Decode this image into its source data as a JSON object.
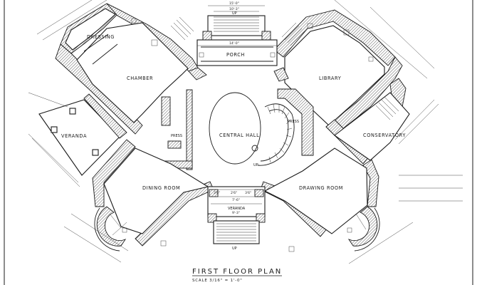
{
  "rooms": {
    "dressing": "DRESSING",
    "chamber": "CHAMBER",
    "porch": "PORCH",
    "library": "LIBRARY",
    "veranda_west": "VERANDA",
    "press_west": "PRESS",
    "central_hall": "CENTRAL HALL",
    "press_east": "PRESS",
    "conservatory": "CONSERVATORY",
    "dining_room": "DINING ROOM",
    "drawing_room": "DRAWING ROOM",
    "veranda_south": "VERANDA"
  },
  "labels": {
    "up_north": "UP",
    "up_south": "UP",
    "up_stair": "UP"
  },
  "dimensions": {
    "north_top_1": "15'-0\"",
    "north_top_2": "10'-3\"",
    "porch_width": "14'-0\"",
    "south_1": "3'6\"",
    "south_2": "2'6\"",
    "south_3": "3'6\"",
    "south_4": "7'-6\"",
    "south_5": "9'-3\""
  },
  "footer": {
    "title": "FIRST FLOOR PLAN",
    "scale": "SCALE  3/16\" = 1'-0\""
  }
}
